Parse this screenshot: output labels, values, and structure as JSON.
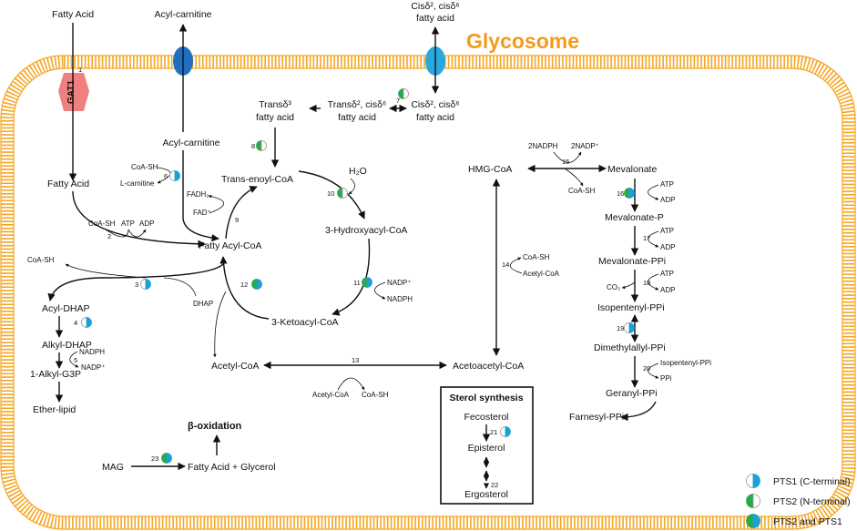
{
  "title": "Glycosome",
  "transporters": {
    "gat1": "GAT1",
    "step1": "1"
  },
  "metabolites": {
    "fatty_acid_out": "Fatty Acid",
    "acyl_carnitine_out": "Acyl-carnitine",
    "cis_out_l1": "Cisδ², cisδ⁶",
    "cis_out_l2": "fatty acid",
    "cis_in_l1": "Cisδ², cisδ⁶",
    "cis_in_l2": "fatty acid",
    "trans26_l1": "Transδ², cisδ⁶",
    "trans26_l2": "fatty acid",
    "trans3_l1": "Transδ³",
    "trans3_l2": "fatty acid",
    "acyl_carnitine_in": "Acyl-carnitine",
    "fatty_acid_in": "Fatty Acid",
    "trans_enoyl": "Trans-enoyl-CoA",
    "h2o": "H₂O",
    "hydroxyacyl": "3-Hydroxyacyl-CoA",
    "fatty_acyl": "Fatty Acyl-CoA",
    "ketoacyl": "3-Ketoacyl-CoA",
    "acetyl_coa": "Acetyl-CoA",
    "acetoacetyl": "Acetoacetyl-CoA",
    "acyl_dhap": "Acyl-DHAP",
    "alkyl_dhap": "Alkyl-DHAP",
    "alkyl_g3p": "1-Alkyl-G3P",
    "ether_lipid": "Ether-lipid",
    "hmg_coa": "HMG-CoA",
    "mevalonate": "Mevalonate",
    "mevalonate_p": "Mevalonate-P",
    "mevalonate_pp": "Mevalonate-PPi",
    "isopentenyl": "Isopentenyl-PPi",
    "dimethylallyl": "Dimethylallyl-PPi",
    "geranyl": "Geranyl-PPi",
    "farnesyl": "Farnesyl-PPi",
    "fecosterol": "Fecosterol",
    "episterol": "Episterol",
    "ergosterol": "Ergosterol",
    "sterol_title": "Sterol synthesis",
    "beta_ox": "β-oxidation",
    "mag": "MAG",
    "fa_glycerol": "Fatty Acid + Glycerol"
  },
  "cofactors": {
    "coash_6": "CoA-SH",
    "lcarnitine": "L-carnitine",
    "coash_2": "CoA-SH",
    "atp_2": "ATP",
    "adp_2": "ADP",
    "fadh2": "FADH₂",
    "fad": "FAD⁺",
    "coash_3": "CoA-SH",
    "dhap": "DHAP",
    "nadph_5": "NADPH",
    "nadp_5": "NADP⁺",
    "nadp_11": "NADP⁺",
    "nadph_11": "NADPH",
    "acetyl_13": "Acetyl-CoA",
    "coash_13": "CoA-SH",
    "coash_14": "CoA-SH",
    "acetyl_14": "Acetyl-CoA",
    "nadph_15": "2NADPH",
    "nadp_15": "2NADP⁺",
    "coash_15": "CoA-SH",
    "atp_16": "ATP",
    "adp_16": "ADP",
    "atp_17": "ATP",
    "adp_17": "ADP",
    "atp_18": "ATP",
    "co2_18": "CO₂",
    "adp_18": "ADP",
    "ipp_20": "Isopentenyl-PPi",
    "ppi_20": "PPi"
  },
  "steps": [
    "1",
    "2",
    "3",
    "4",
    "5",
    "6",
    "7",
    "8",
    "9",
    "10",
    "11",
    "12",
    "13",
    "14",
    "15",
    "16",
    "17",
    "18",
    "19",
    "20",
    "21",
    "22",
    "23"
  ],
  "legend": [
    {
      "label": "PTS1 (C-terminal)",
      "type": "pts1"
    },
    {
      "label": "PTS2 (N-terminal)",
      "type": "pts2"
    },
    {
      "label": "PTS2 and PTS1",
      "type": "both"
    }
  ],
  "colors": {
    "membrane": "#f5a623",
    "title": "#f39a1d",
    "gat1": "#f08080",
    "channel_dark": "#1f6fc0",
    "channel_light": "#29a8e0",
    "pts1": "#1ba1d8",
    "pts2": "#2aa84a"
  }
}
